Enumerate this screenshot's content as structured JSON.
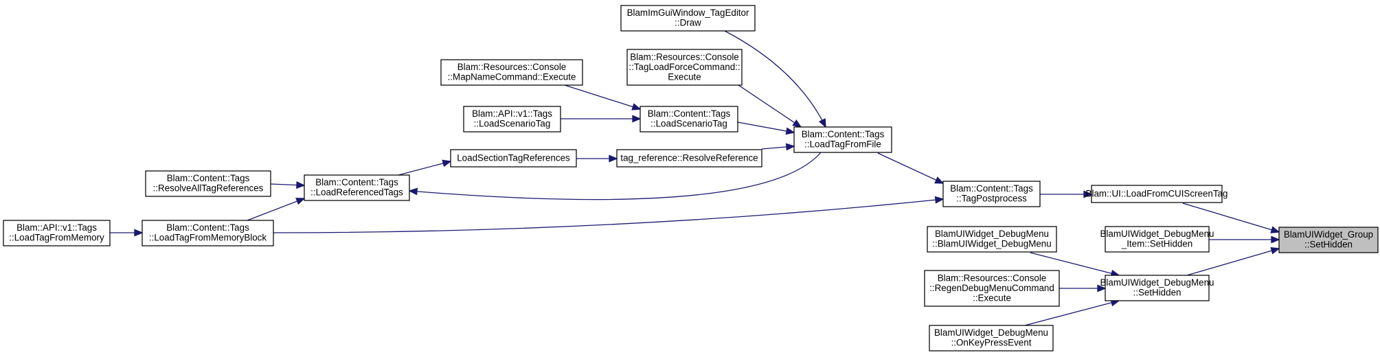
{
  "graph": {
    "nodes": [
      {
        "id": "focus",
        "lines": [
          "BlamUIWidget_Group",
          "::SetHidden"
        ],
        "focus": true
      },
      {
        "id": "loadfromcui",
        "lines": [
          "Blam::UI::LoadFromCUIScreenTag"
        ]
      },
      {
        "id": "debugitem",
        "lines": [
          "BlamUIWidget_DebugMenu",
          "_Item::SetHidden"
        ]
      },
      {
        "id": "debugset",
        "lines": [
          "BlamUIWidget_DebugMenu",
          "::SetHidden"
        ]
      },
      {
        "id": "tagpost",
        "lines": [
          "Blam::Content::Tags",
          "::TagPostprocess"
        ]
      },
      {
        "id": "debugctor",
        "lines": [
          "BlamUIWidget_DebugMenu",
          "::BlamUIWidget_DebugMenu"
        ]
      },
      {
        "id": "regen",
        "lines": [
          "Blam::Resources::Console",
          "::RegenDebugMenuCommand",
          "::Execute"
        ]
      },
      {
        "id": "onkey",
        "lines": [
          "BlamUIWidget_DebugMenu",
          "::OnKeyPressEvent"
        ]
      },
      {
        "id": "loadtagfromfile",
        "lines": [
          "Blam::Content::Tags",
          "::LoadTagFromFile"
        ]
      },
      {
        "id": "memblock",
        "lines": [
          "Blam::Content::Tags",
          "::LoadTagFromMemoryBlock"
        ]
      },
      {
        "id": "imgui",
        "lines": [
          "BlamImGuiWindow_TagEditor",
          "::Draw"
        ]
      },
      {
        "id": "forceload",
        "lines": [
          "Blam::Resources::Console",
          "::TagLoadForceCommand::",
          "Execute"
        ]
      },
      {
        "id": "loadscen",
        "lines": [
          "Blam::Content::Tags",
          "::LoadScenarioTag"
        ]
      },
      {
        "id": "resolveref",
        "lines": [
          "tag_reference::ResolveReference"
        ]
      },
      {
        "id": "loadrefd",
        "lines": [
          "Blam::Content::Tags",
          "::LoadReferencedTags"
        ]
      },
      {
        "id": "mapname",
        "lines": [
          "Blam::Resources::Console",
          "::MapNameCommand::Execute"
        ]
      },
      {
        "id": "apiscen",
        "lines": [
          "Blam::API::v1::Tags",
          "::LoadScenarioTag"
        ]
      },
      {
        "id": "loadsection",
        "lines": [
          "LoadSectionTagReferences"
        ]
      },
      {
        "id": "resolveall",
        "lines": [
          "Blam::Content::Tags",
          "::ResolveAllTagReferences"
        ]
      },
      {
        "id": "apimem",
        "lines": [
          "Blam::API::v1::Tags",
          "::LoadTagFromMemory"
        ]
      }
    ],
    "edges": [
      {
        "from": "loadfromcui",
        "to": "focus"
      },
      {
        "from": "debugitem",
        "to": "focus"
      },
      {
        "from": "debugset",
        "to": "focus"
      },
      {
        "from": "tagpost",
        "to": "loadfromcui"
      },
      {
        "from": "debugctor",
        "to": "debugset"
      },
      {
        "from": "regen",
        "to": "debugset"
      },
      {
        "from": "onkey",
        "to": "debugset"
      },
      {
        "from": "loadtagfromfile",
        "to": "tagpost"
      },
      {
        "from": "memblock",
        "to": "tagpost"
      },
      {
        "from": "imgui",
        "to": "loadtagfromfile"
      },
      {
        "from": "forceload",
        "to": "loadtagfromfile"
      },
      {
        "from": "loadscen",
        "to": "loadtagfromfile"
      },
      {
        "from": "resolveref",
        "to": "loadtagfromfile"
      },
      {
        "from": "loadtagfromfile",
        "to": "loadrefd"
      },
      {
        "from": "mapname",
        "to": "loadscen"
      },
      {
        "from": "apiscen",
        "to": "loadscen"
      },
      {
        "from": "loadsection",
        "to": "resolveref"
      },
      {
        "from": "loadrefd",
        "to": "loadsection"
      },
      {
        "from": "resolveall",
        "to": "loadrefd"
      },
      {
        "from": "memblock",
        "to": "loadrefd"
      },
      {
        "from": "apimem",
        "to": "memblock"
      }
    ]
  }
}
